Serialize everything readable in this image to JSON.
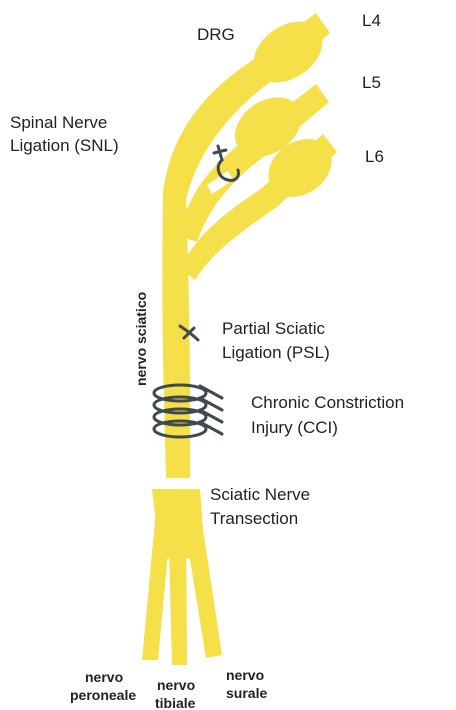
{
  "diagram": {
    "colors": {
      "nerve": "#F5E04A",
      "nerve_edge": "#E8D23A",
      "ligature": "#3E4A4F",
      "text": "#222222",
      "background": "#ffffff"
    },
    "labels": {
      "drg": "DRG",
      "l4": "L4",
      "l5": "L5",
      "l6": "L6",
      "snl_line1": "Spinal Nerve",
      "snl_line2": "Ligation (SNL)",
      "psl_line1": "Partial Sciatic",
      "psl_line2": "Ligation (PSL)",
      "cci_line1": "Chronic Constriction",
      "cci_line2": "Injury (CCI)",
      "snt_line1": "Sciatic Nerve",
      "snt_line2": "Transection",
      "sciatic_vertical": "nervo sciatico",
      "peroneal_line1": "nervo",
      "peroneal_line2": "peroneale",
      "tibial_line1": "nervo",
      "tibial_line2": "tibiale",
      "sural_line1": "nervo",
      "sural_line2": "surale"
    }
  }
}
